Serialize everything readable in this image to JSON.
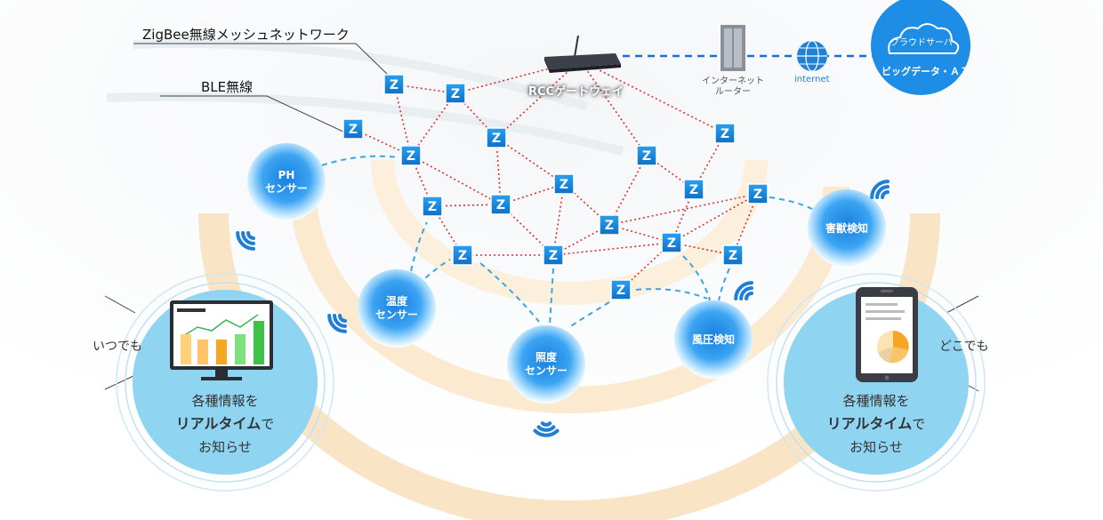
{
  "labels": {
    "zigbee": "ZigBee無線メッシュネットワーク",
    "ble": "BLE無線",
    "gateway": "RCCゲートウェイ",
    "router_line1": "インターネット",
    "router_line2": "ルーター",
    "internet": "internet",
    "cloud_title": "クラウドサーバ",
    "cloud_sub": "ビッグデータ・ＡＩ",
    "zigbee_node": "Z"
  },
  "sensors": {
    "ph_line1": "PH",
    "ph_line2": "センサー",
    "temp_line1": "温度",
    "temp_line2": "センサー",
    "light_line1": "照度",
    "light_line2": "センサー",
    "wind": "風圧検知",
    "pest": "害獣検知"
  },
  "left_panel": {
    "side_label": "いつでも",
    "line1": "各種情報を",
    "line2_bold": "リアルタイム",
    "line2_rest": "で",
    "line3": "お知らせ"
  },
  "right_panel": {
    "side_label": "どこでも",
    "line1": "各種情報を",
    "line2_bold": "リアルタイム",
    "line2_rest": "で",
    "line3": "お知らせ"
  },
  "colors": {
    "zigbee_blue": "#1a8fe0",
    "mesh_red": "#e0302a",
    "ble_dash": "#3aa4e8",
    "arc_orange": "#f6d6a8",
    "panel_fill": "#8ed3f0",
    "cloud_blue": "#1e8de6"
  }
}
